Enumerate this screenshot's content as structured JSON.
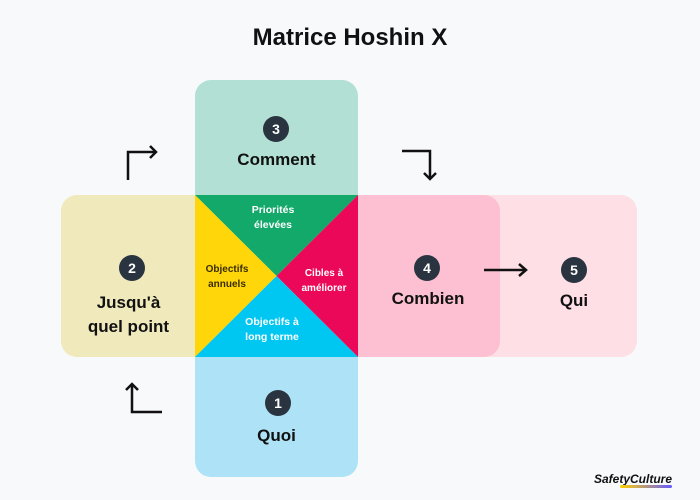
{
  "title": "Matrice Hoshin X",
  "colors": {
    "top": "#b3e0d4",
    "left": "#efe9bb",
    "bottom": "#aee2f6",
    "combien": "#fcc0d2",
    "qui": "#ffdfe6",
    "tri_top": "#13a96a",
    "tri_left": "#ffd60a",
    "tri_right": "#ec0858",
    "tri_bottom": "#00c7f2",
    "badge": "#2a3441"
  },
  "sections": {
    "comment": {
      "number": "3",
      "label": "Comment"
    },
    "jusqua": {
      "number": "2",
      "label_line1": "Jusqu'à",
      "label_line2": "quel point"
    },
    "quoi": {
      "number": "1",
      "label": "Quoi"
    },
    "combien": {
      "number": "4",
      "label": "Combien"
    },
    "qui": {
      "number": "5",
      "label": "Qui"
    }
  },
  "center": {
    "top_line1": "Priorités",
    "top_line2": "élevées",
    "left_line1": "Objectifs",
    "left_line2": "annuels",
    "right_line1": "Cibles à",
    "right_line2": "améliorer",
    "bottom_line1": "Objectifs à",
    "bottom_line2": "long terme"
  },
  "logo": {
    "text": "SafetyCulture"
  }
}
